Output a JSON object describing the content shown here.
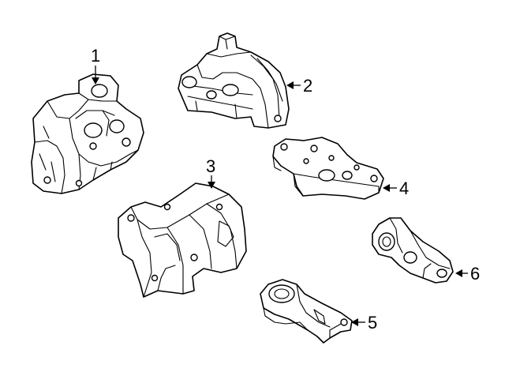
{
  "callouts": [
    {
      "number": "1"
    },
    {
      "number": "2"
    },
    {
      "number": "3"
    },
    {
      "number": "4"
    },
    {
      "number": "5"
    },
    {
      "number": "6"
    }
  ]
}
